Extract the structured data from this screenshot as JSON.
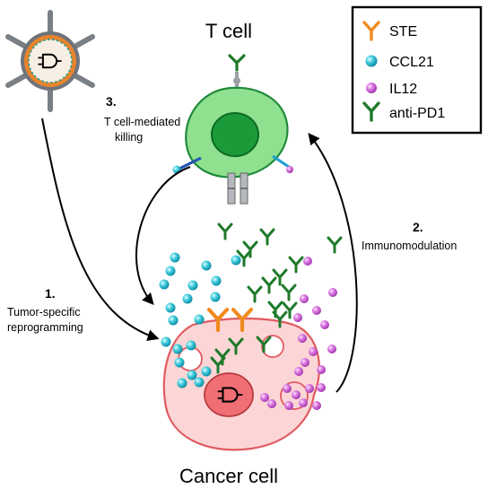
{
  "labels": {
    "t_cell": "T cell",
    "cancer_cell": "Cancer cell"
  },
  "steps": [
    {
      "number": "1.",
      "lines": [
        "Tumor-specific",
        "reprogramming"
      ]
    },
    {
      "number": "2.",
      "lines": [
        "Immunomodulation"
      ]
    },
    {
      "number": "3.",
      "lines": [
        "T cell-mediated",
        "killing"
      ]
    }
  ],
  "legend": [
    {
      "label": "STE",
      "icon": "y-receptor-icon",
      "color": "#f28a1e"
    },
    {
      "label": "CCL21",
      "icon": "sphere-icon",
      "color": "#1fb8cc"
    },
    {
      "label": "IL12",
      "icon": "sphere-icon",
      "color": "#d35fd9"
    },
    {
      "label": "anti-PD1",
      "icon": "y-antibody-icon",
      "color": "#1e7a2a"
    }
  ],
  "colors": {
    "t_cell_fill": "#8fe08f",
    "t_cell_nucleus": "#1b9a3a",
    "cancer_cell_fill": "#fcd6d6",
    "cancer_cell_stroke": "#e05a60",
    "cancer_nucleus": "#ef6f74",
    "virus_capsid": "#e8842c",
    "virus_spike": "#7a7f86",
    "ste": "#f28a1e",
    "ccl21": "#1fb8cc",
    "il12": "#d35fd9",
    "anti_pd1": "#1e7a2a",
    "tcr": "#2452b3"
  }
}
